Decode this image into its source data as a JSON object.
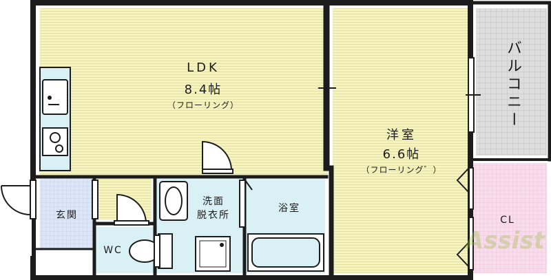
{
  "rooms": {
    "ldk": {
      "name": "LDK",
      "size": "8.4帖",
      "floor": "（フローリング）"
    },
    "western": {
      "name": "洋室",
      "size": "6.6帖",
      "floor": "（フローリング゛）"
    },
    "balcony": {
      "name": "バルコニー"
    },
    "closet": {
      "name": "CL"
    },
    "entrance": {
      "name": "玄関"
    },
    "washroom": {
      "name_line1": "洗面",
      "name_line2": "脱衣所"
    },
    "bathroom": {
      "name": "浴室"
    },
    "toilet": {
      "name": "WC"
    }
  },
  "watermark": {
    "text": "Assist"
  },
  "colors": {
    "wall": "#1c1c1c",
    "ldk_floor": "#f5f3c0",
    "western_floor": "#f5f3c0",
    "wet_area": "#d9f0f5",
    "balcony": "#d8d8d8",
    "closet": "#f5d5ea",
    "entrance": "#dde6f5",
    "watermark": "#96be3c"
  }
}
